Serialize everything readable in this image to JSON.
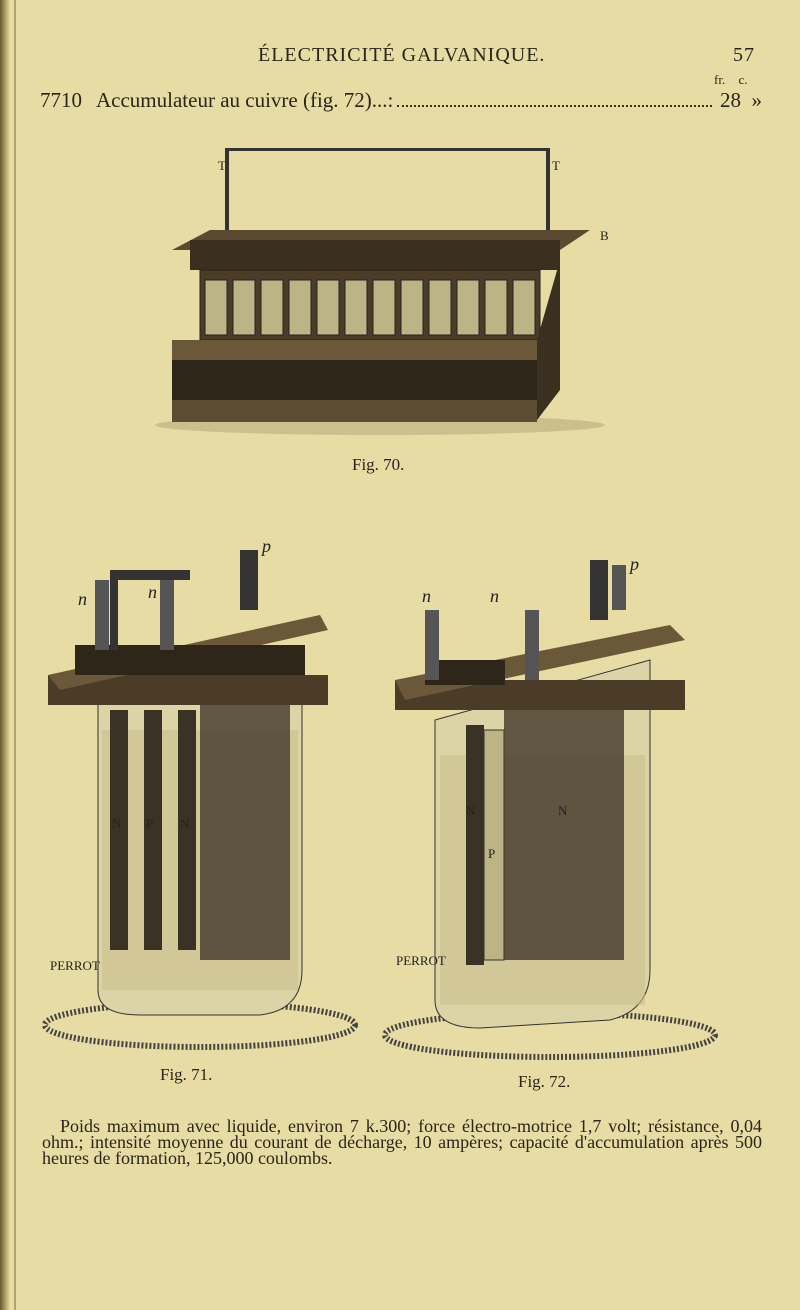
{
  "header": {
    "title": "ÉLECTRICITÉ GALVANIQUE.",
    "page_number": "57"
  },
  "price_columns": {
    "francs": "fr.",
    "centimes": "c."
  },
  "item": {
    "number": "7710",
    "label": "Accumulateur au cuivre (fig. 72)...:",
    "francs": "28",
    "centimes": "»"
  },
  "figures": [
    {
      "caption": "Fig. 70.",
      "labels": [
        "T",
        "T",
        "B"
      ]
    },
    {
      "caption": "Fig. 71.",
      "labels": [
        "n",
        "n",
        "p",
        "N",
        "P",
        "N"
      ],
      "signature": "PERROT"
    },
    {
      "caption": "Fig. 72.",
      "labels": [
        "n",
        "n",
        "p",
        "N",
        "P",
        "N"
      ],
      "signature": "PERROT"
    }
  ],
  "description": "Poids maximum avec liquide, environ 7 k.300; force électro-motrice 1,7 volt; résistance, 0,04 ohm.; intensité moyenne du courant de décharge, 10 ampères; capacité d'accumulation après 500 heures de formation, 125,000 coulombs."
}
